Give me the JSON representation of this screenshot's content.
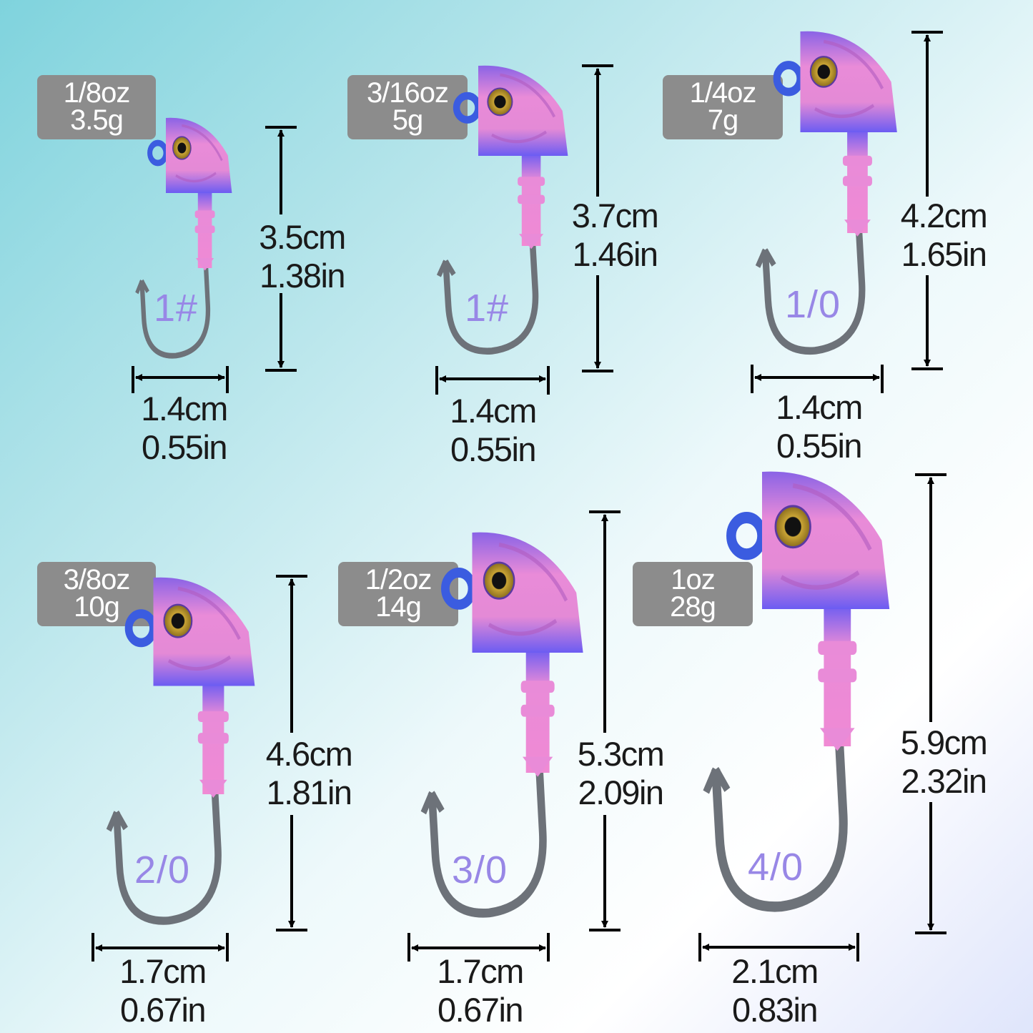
{
  "colors": {
    "badge_bg": "#8c8c8c",
    "head_top": "#e98bd8",
    "head_bottom": "#6b5cf2",
    "hook_label": "#9887e6",
    "hook_metal": "#7a7f86"
  },
  "jigs": [
    {
      "weight_oz": "1/8oz",
      "weight_g": "3.5g",
      "hook_size": "1#",
      "length_cm": "3.5cm",
      "length_in": "1.38in",
      "width_cm": "1.4cm",
      "width_in": "0.55in"
    },
    {
      "weight_oz": "3/16oz",
      "weight_g": "5g",
      "hook_size": "1#",
      "length_cm": "3.7cm",
      "length_in": "1.46in",
      "width_cm": "1.4cm",
      "width_in": "0.55in"
    },
    {
      "weight_oz": "1/4oz",
      "weight_g": "7g",
      "hook_size": "1/0",
      "length_cm": "4.2cm",
      "length_in": "1.65in",
      "width_cm": "1.4cm",
      "width_in": "0.55in"
    },
    {
      "weight_oz": "3/8oz",
      "weight_g": "10g",
      "hook_size": "2/0",
      "length_cm": "4.6cm",
      "length_in": "1.81in",
      "width_cm": "1.7cm",
      "width_in": "0.67in"
    },
    {
      "weight_oz": "1/2oz",
      "weight_g": "14g",
      "hook_size": "3/0",
      "length_cm": "5.3cm",
      "length_in": "2.09in",
      "width_cm": "1.7cm",
      "width_in": "0.67in"
    },
    {
      "weight_oz": "1oz",
      "weight_g": "28g",
      "hook_size": "4/0",
      "length_cm": "5.9cm",
      "length_in": "2.32in",
      "width_cm": "2.1cm",
      "width_in": "0.83in"
    }
  ]
}
